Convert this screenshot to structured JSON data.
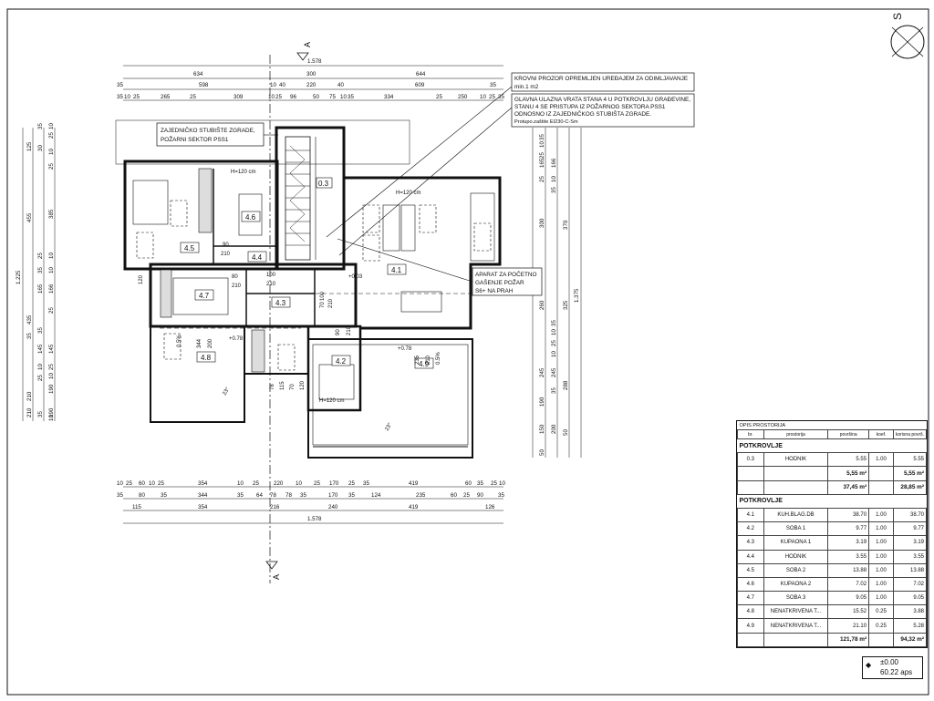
{
  "north_label": "S",
  "section_label": "A",
  "dims_top": {
    "overall": "1.578",
    "row1": [
      "634",
      "300",
      "644"
    ],
    "row2": [
      "35",
      "598",
      "10",
      "40",
      "220",
      "40",
      "609",
      "35"
    ],
    "row3": [
      "35",
      "10",
      "25",
      "265",
      "25",
      "309",
      "10",
      "25",
      "96",
      "50",
      "75",
      "10",
      "35",
      "334",
      "25",
      "250",
      "10",
      "25",
      "35"
    ]
  },
  "dims_bottom": {
    "row1": [
      "10",
      "25",
      "60",
      "10",
      "25",
      "354",
      "10",
      "25",
      "220",
      "10",
      "25",
      "170",
      "25",
      "35",
      "419",
      "60",
      "35",
      "25",
      "10"
    ],
    "row2": [
      "35",
      "80",
      "35",
      "344",
      "35",
      "64",
      "78",
      "78",
      "35",
      "170",
      "35",
      "124",
      "235",
      "60",
      "25",
      "90",
      "35"
    ],
    "row3": [
      "115",
      "354",
      "216",
      "240",
      "419",
      "126"
    ],
    "overall": "1.578"
  },
  "dims_left": {
    "overall": "1.225",
    "row1": [
      "35",
      "125",
      "10",
      "25",
      "30",
      "10",
      "25",
      "455",
      "385",
      "25",
      "10",
      "35",
      "165",
      "166",
      "10",
      "25",
      "435",
      "35",
      "145",
      "145",
      "35",
      "10",
      "25",
      "210",
      "190",
      "35",
      "10",
      "25",
      "210",
      "190",
      "10"
    ]
  },
  "dims_right": {
    "overall": "1.375",
    "row1": [
      "35",
      "10",
      "25",
      "166",
      "165",
      "25",
      "10",
      "35",
      "300",
      "370",
      "260",
      "325",
      "35",
      "10",
      "245",
      "245",
      "25",
      "10",
      "35",
      "190",
      "200",
      "288",
      "150",
      "50",
      "50"
    ]
  },
  "rooms": [
    {
      "id": "0.3"
    },
    {
      "id": "4.1"
    },
    {
      "id": "4.2"
    },
    {
      "id": "4.3"
    },
    {
      "id": "4.4"
    },
    {
      "id": "4.5"
    },
    {
      "id": "4.6"
    },
    {
      "id": "4.7"
    },
    {
      "id": "4.8"
    },
    {
      "id": "4.9"
    }
  ],
  "plan_labels": {
    "h120_a": "H=120 cm",
    "h120_b": "H=120 cm",
    "h120_c": "H=120 cm",
    "level_1": "+0.03",
    "level_2": "+0.78",
    "level_3": "+0.78",
    "slope_1": "0.5%",
    "slope_2": "0.5%",
    "slope_3": "23°",
    "slope_4": "23°",
    "d_90": "90",
    "d_210a": "210",
    "d_80": "80",
    "d_210b": "210",
    "d_100": "100",
    "d_210c": "210",
    "d_120": "120",
    "d_70": "70",
    "d_210d": "210",
    "d_100b": "100",
    "d_90b": "90",
    "d_210e": "210",
    "d_344": "344",
    "d_200": "200",
    "d_235": "235",
    "d_210f": "210",
    "d_78": "78",
    "d_115": "115",
    "d_70b": "70",
    "d_120b": "120"
  },
  "notes": {
    "stair": [
      "ZAJEDNIČKO STUBIŠTE ZGRADE,",
      "POŽARNI SEKTOR PSS1"
    ],
    "skylight": [
      "KROVNI PROZOR OPREMLJEN UREĐAJEM ZA ODIMLJAVANJE",
      "min.1 m2"
    ],
    "entrance": [
      "GLAVNA ULAZNA VRATA STANA 4 U POTKROVLJU GRAĐEVINE,",
      "STANU 4 SE PRISTUPA IZ POŽARNOG SEKTORA PSS1",
      "ODNOSNO IZ ZAJEDNIČKOG STUBIŠTA ZGRADE.",
      "Protupo.zaštite EI230-C-Sm"
    ],
    "extinguisher": [
      "APARAT ZA POČETNO",
      "GAŠENJE POŽAR",
      "S6+ NA PRAH"
    ]
  },
  "table": {
    "title": "OPIS PROSTORIJA",
    "columns": [
      "br.",
      "prostorija",
      "površina",
      "koef.",
      "korisna površ."
    ],
    "sections": [
      {
        "name": "POTKROVLJE",
        "rows": [
          {
            "no": "0.3",
            "name": "HODNIK",
            "area": "5.55",
            "coef": "1.00",
            "net": "5.55"
          }
        ],
        "subtotal": {
          "area": "5,55 m²",
          "net": "5,55 m²"
        },
        "total": {
          "area": "37,45 m²",
          "net": "28,85 m²"
        }
      },
      {
        "name": "POTKROVLJE",
        "rows": [
          {
            "no": "4.1",
            "name": "KUH.BLAG.DB",
            "area": "38.70",
            "coef": "1.00",
            "net": "38.70"
          },
          {
            "no": "4.2",
            "name": "SOBA 1",
            "area": "9.77",
            "coef": "1.00",
            "net": "9.77"
          },
          {
            "no": "4.3",
            "name": "KUPAONA 1",
            "area": "3.19",
            "coef": "1.00",
            "net": "3.19"
          },
          {
            "no": "4.4",
            "name": "HODNIK",
            "area": "3.55",
            "coef": "1.00",
            "net": "3.55"
          },
          {
            "no": "4.5",
            "name": "SOBA 2",
            "area": "13.88",
            "coef": "1.00",
            "net": "13.88"
          },
          {
            "no": "4.6",
            "name": "KUPAONA 2",
            "area": "7.02",
            "coef": "1.00",
            "net": "7.02"
          },
          {
            "no": "4.7",
            "name": "SOBA 3",
            "area": "9.05",
            "coef": "1.00",
            "net": "9.05"
          },
          {
            "no": "4.8",
            "name": "NENATKRIVENA T...",
            "area": "15.52",
            "coef": "0.25",
            "net": "3.88"
          },
          {
            "no": "4.9",
            "name": "NENATKRIVENA T...",
            "area": "21.10",
            "coef": "0.25",
            "net": "5.28"
          }
        ],
        "total": {
          "area": "121,78 m²",
          "net": "94,32 m²"
        }
      }
    ]
  },
  "elevation": {
    "a": "±0.00",
    "b": "60.22 aps"
  }
}
